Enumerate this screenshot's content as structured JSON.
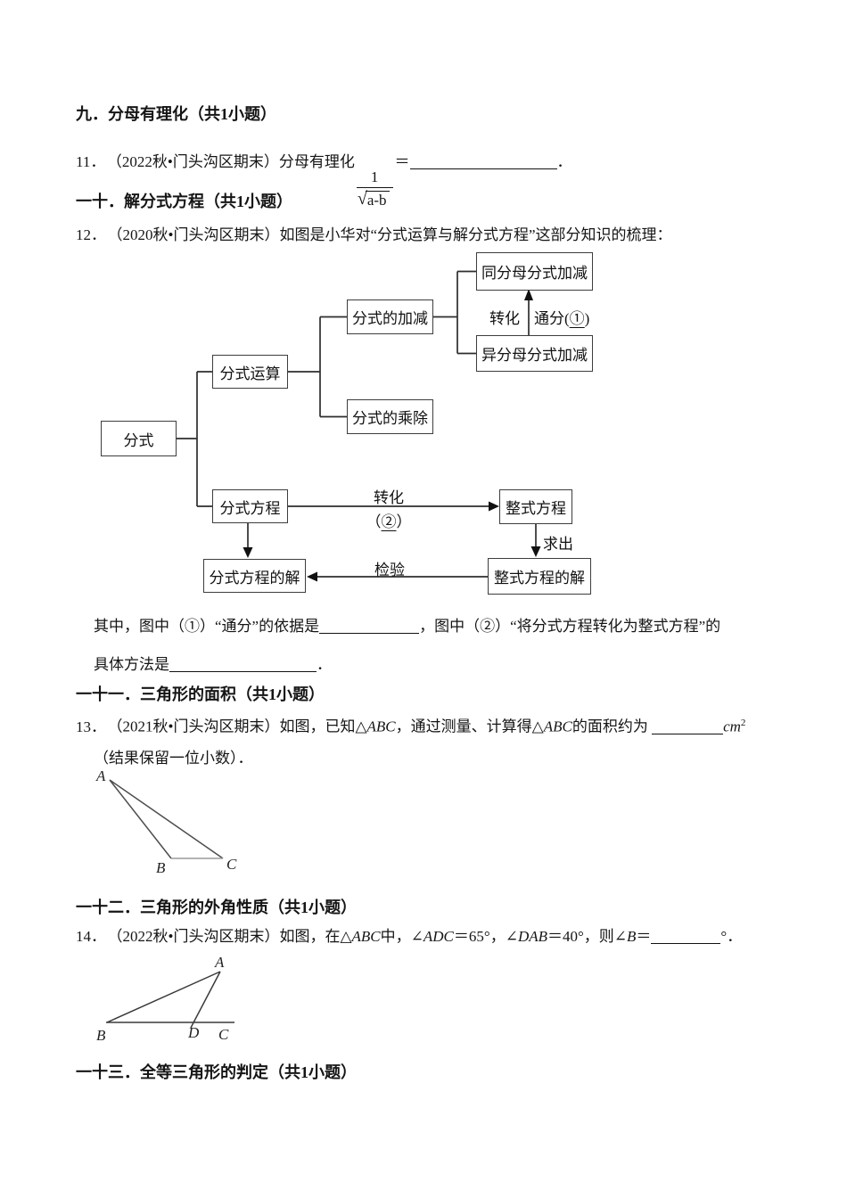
{
  "page": {
    "background": "#ffffff",
    "text_color": "#151515"
  },
  "s9": {
    "heading": "九．分母有理化（共1小题）"
  },
  "q11": {
    "no": "11．",
    "intro": "（2022秋•门头沟区期末）分母有理化",
    "frac_num": "1",
    "sqrt_sign": "√",
    "radicand": "a-b",
    "eq": "＝",
    "end": "．"
  },
  "s10": {
    "heading": "一十．解分式方程（共1小题）"
  },
  "q12": {
    "no": "12．",
    "intro": "（2020秋•门头沟区期末）如图是小华对“分式运算与解分式方程”这部分知识的梳理：",
    "flowchart": {
      "fenshi": "分式",
      "yunsuan": "分式运算",
      "jiajian": "分式的加减",
      "tongfenmu": "同分母分式加减",
      "yifenmu": "异分母分式加减",
      "chengchu": "分式的乘除",
      "fangcheng": "分式方程",
      "zhengshi": "整式方程",
      "fangcheng_jie": "分式方程的解",
      "zhengshi_jie": "整式方程的解",
      "zhuanhua_vertical": "转化",
      "tongfen_pre": "通分(",
      "circle1": "①",
      "tongfen_post": ")",
      "zhuanhua_horizontal": "转化",
      "paren_open": "（",
      "circle2": "②",
      "paren_close": "）",
      "qiuchu": "求出",
      "jianyan": "检验"
    },
    "followup_1a": "其中，图中（①）“通分”的依据是",
    "followup_1b": "，图中（②）“将分式方程转化为整式方程”的",
    "followup_2a": "具体方法是",
    "followup_2b": "．"
  },
  "s11": {
    "heading": "一十一．三角形的面积（共1小题）"
  },
  "q13": {
    "no": "13．",
    "t1": "（2021秋•门头沟区期末）如图，已知△",
    "abc1": "ABC",
    "t2": "，通过测量、计算得△",
    "abc2": "ABC",
    "t3": "的面积约为",
    "unit": "cm",
    "unit_exp": "2",
    "note": "（结果保留一位小数）．",
    "labels": {
      "A": "A",
      "B": "B",
      "C": "C"
    }
  },
  "s12": {
    "heading": "一十二．三角形的外角性质（共1小题）"
  },
  "q14": {
    "no": "14．",
    "t1": "（2022秋•门头沟区期末）如图，在△",
    "abc": "ABC",
    "t2": "中，∠",
    "adc": "ADC",
    "t3": "＝65°，∠",
    "dab": "DAB",
    "t4": "＝40°，则∠",
    "b": "B",
    "t5": "＝",
    "t6": "°．",
    "labels": {
      "A": "A",
      "B": "B",
      "C": "C",
      "D": "D"
    }
  },
  "s13": {
    "heading": "一十三．全等三角形的判定（共1小题）"
  }
}
